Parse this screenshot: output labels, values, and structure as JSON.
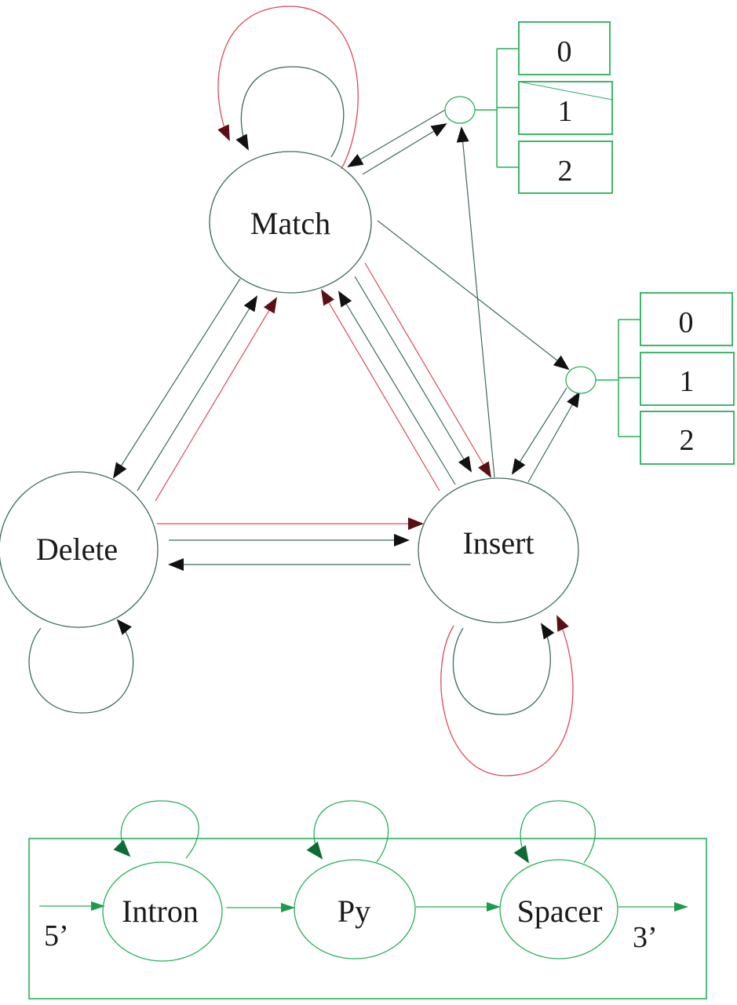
{
  "colors": {
    "edge_dark": "#3c6b5e",
    "edge_red": "#e0485a",
    "arrow_dark": "#111111",
    "arrow_red": "#5a0f14",
    "green": "#27b05a",
    "green_arrow": "#1f9a4c",
    "green_dark_arrow": "#0f6b35",
    "node_stroke": "#3c6b5e",
    "text": "#1a1a1a"
  },
  "top_model": {
    "states": [
      {
        "id": "match",
        "label": "Match"
      },
      {
        "id": "delete",
        "label": "Delete"
      },
      {
        "id": "insert",
        "label": "Insert"
      }
    ],
    "junctions": [
      {
        "id": "phase-top",
        "bins": [
          "0",
          "1",
          "2"
        ]
      },
      {
        "id": "phase-right",
        "bins": [
          "0",
          "1",
          "2"
        ]
      }
    ],
    "transitions": [
      {
        "from": "match",
        "to": "match",
        "color": "dark",
        "type": "self-loop"
      },
      {
        "from": "match",
        "to": "match",
        "color": "red",
        "type": "self-loop"
      },
      {
        "from": "match",
        "to": "delete",
        "color": "dark"
      },
      {
        "from": "delete",
        "to": "match",
        "color": "dark"
      },
      {
        "from": "delete",
        "to": "match",
        "color": "red"
      },
      {
        "from": "match",
        "to": "insert",
        "color": "dark"
      },
      {
        "from": "match",
        "to": "insert",
        "color": "red"
      },
      {
        "from": "insert",
        "to": "match",
        "color": "dark"
      },
      {
        "from": "insert",
        "to": "match",
        "color": "red"
      },
      {
        "from": "delete",
        "to": "insert",
        "color": "red"
      },
      {
        "from": "delete",
        "to": "insert",
        "color": "dark"
      },
      {
        "from": "insert",
        "to": "delete",
        "color": "dark"
      },
      {
        "from": "delete",
        "to": "delete",
        "color": "dark",
        "type": "self-loop"
      },
      {
        "from": "insert",
        "to": "insert",
        "color": "dark",
        "type": "self-loop"
      },
      {
        "from": "insert",
        "to": "insert",
        "color": "red",
        "type": "self-loop"
      },
      {
        "from": "match",
        "to": "phase-top",
        "color": "dark"
      },
      {
        "from": "phase-top",
        "to": "match",
        "color": "dark"
      },
      {
        "from": "insert",
        "to": "phase-top",
        "color": "dark"
      },
      {
        "from": "match",
        "to": "phase-right",
        "color": "dark"
      },
      {
        "from": "phase-right",
        "to": "insert",
        "color": "dark"
      },
      {
        "from": "insert",
        "to": "phase-right",
        "color": "dark"
      }
    ]
  },
  "bottom_model": {
    "states": [
      {
        "id": "intron",
        "label": "Intron"
      },
      {
        "id": "py",
        "label": "Py"
      },
      {
        "id": "spacer",
        "label": "Spacer"
      }
    ],
    "start_label": "5’",
    "end_label": "3’",
    "transitions": [
      {
        "from": "start",
        "to": "intron"
      },
      {
        "from": "intron",
        "to": "intron",
        "type": "self-loop"
      },
      {
        "from": "intron",
        "to": "py"
      },
      {
        "from": "py",
        "to": "py",
        "type": "self-loop"
      },
      {
        "from": "py",
        "to": "spacer"
      },
      {
        "from": "spacer",
        "to": "spacer",
        "type": "self-loop"
      },
      {
        "from": "spacer",
        "to": "end"
      }
    ]
  }
}
